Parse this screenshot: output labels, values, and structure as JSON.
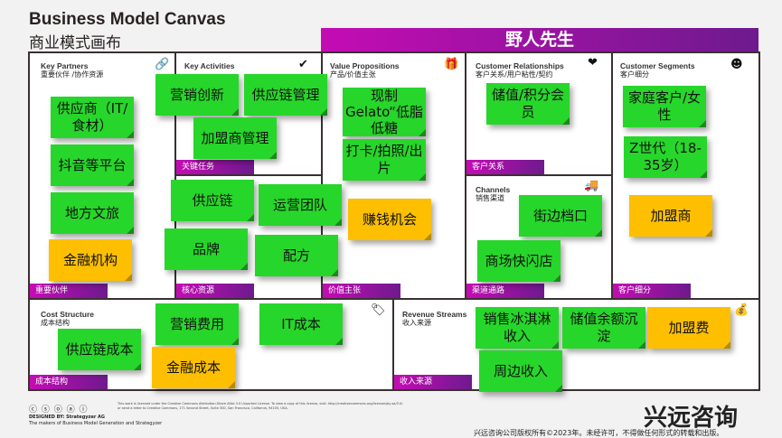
{
  "header": {
    "title": "Business Model Canvas",
    "subtitle": "商业模式画布",
    "brand": "野人先生"
  },
  "sections": {
    "key_partners": {
      "en": "Key Partners",
      "zh": "重要伙伴 /协作资源",
      "tag": "重要伙伴",
      "icon": "link-icon"
    },
    "key_activities": {
      "en": "Key Activities",
      "zh": "",
      "tag": "关键任务",
      "icon": "check-icon"
    },
    "key_resources": {
      "tag": "核心资源"
    },
    "value_propositions": {
      "en": "Value Propositions",
      "zh": "产品/价值主张",
      "tag": "价值主张",
      "icon": "gift-icon"
    },
    "customer_relationships": {
      "en": "Customer Relationships",
      "zh": "客户关系/用户粘性/契约",
      "tag": "客户关系",
      "icon": "heart-icon"
    },
    "channels": {
      "en": "Channels",
      "zh": "销售渠道",
      "tag": "渠道通路",
      "icon": "truck-icon"
    },
    "customer_segments": {
      "en": "Customer Segments",
      "zh": "客户细分",
      "tag": "客户细分",
      "icon": "face-icon"
    },
    "cost_structure": {
      "en": "Cost Structure",
      "zh": "成本结构",
      "tag": "成本结构",
      "icon": "price-tag-icon"
    },
    "revenue_streams": {
      "en": "Revenue Streams",
      "zh": "收入来源",
      "tag": "收入来源",
      "icon": "money-bag-icon"
    }
  },
  "stickies": [
    "供应商（IT/食材）",
    "抖音等平台",
    "地方文旅",
    "金融机构",
    "营销创新",
    "供应链管理",
    "加盟商管理",
    "供应链",
    "运营团队",
    "品牌",
    "配方",
    "现制Gelato“低脂低糖",
    "打卡/拍照/出片",
    "赚钱机会",
    "储值/积分会员",
    "家庭客户/女性",
    "Z世代（18-35岁）",
    "加盟商",
    "街边档口",
    "商场快闪店",
    "供应链成本",
    "营销费用",
    "IT成本",
    "金融成本",
    "销售冰淇淋收入",
    "储值余额沉淀",
    "加盟费",
    "周边收入"
  ],
  "colors": {
    "green": "#27d62a",
    "orange": "#fdbf00",
    "accent": "#c40cb4"
  },
  "footer": {
    "license_icons": "ⓒ ⓢ ⓞ ⓐ ⓘ",
    "license": "This work is licensed under the Creative Commons Attribution-Share Alike 3.0 Unported License. To view a copy of this license, visit: http://creativecommons.org/licenses/by-sa/3.0/ or send a letter to Creative Commons, 171 Second Street, Suite 300, San Francisco, California, 94105, USA.",
    "designed_by": "DESIGNED BY: Strategyzer AG",
    "makers": "The makers of Business Model Generation and Strategyzer",
    "logo": "兴远咨询",
    "copyright": "兴远咨询公司版权所有©2023年。未经许可，不得做任何形式的转载和出版。"
  }
}
